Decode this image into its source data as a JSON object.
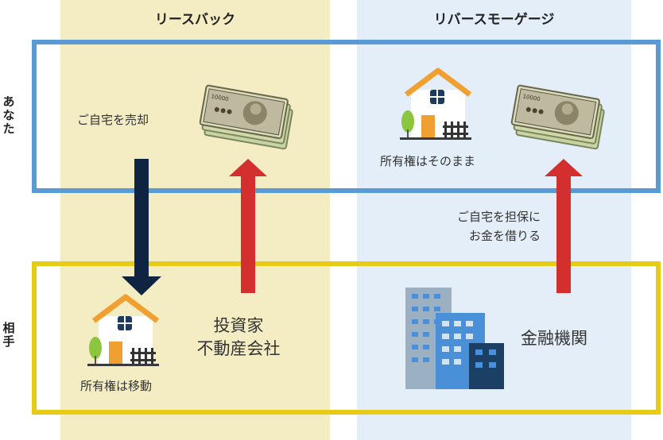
{
  "columns": {
    "leaseback": {
      "title": "リースバック"
    },
    "reverse_mortgage": {
      "title": "リバースモーゲージ"
    }
  },
  "rows": {
    "you": {
      "label": [
        "あ",
        "な",
        "た"
      ]
    },
    "counterparty": {
      "label": [
        "相",
        "手"
      ]
    }
  },
  "leaseback": {
    "sell_home": "ご自宅を売却",
    "ownership_moves": "所有権は移動",
    "investor": [
      "投資家",
      "不動産会社"
    ]
  },
  "reverse_mortgage": {
    "ownership_stays": "所有権はそのまま",
    "borrow_note": [
      "ご自宅を担保に",
      "お金を借りる"
    ],
    "institution": "金融機関"
  },
  "banknote_label": "10000",
  "colors": {
    "leaseback_bg": "#f4edc4",
    "reverse_bg": "#e4eef9",
    "you_frame": "#5b9bd5",
    "counterparty_frame": "#e6cc17",
    "down_arrow": "#0f2440",
    "up_arrow": "#d32f2f",
    "house_roof": "#f0a030",
    "building_blue": "#4a90d9"
  }
}
